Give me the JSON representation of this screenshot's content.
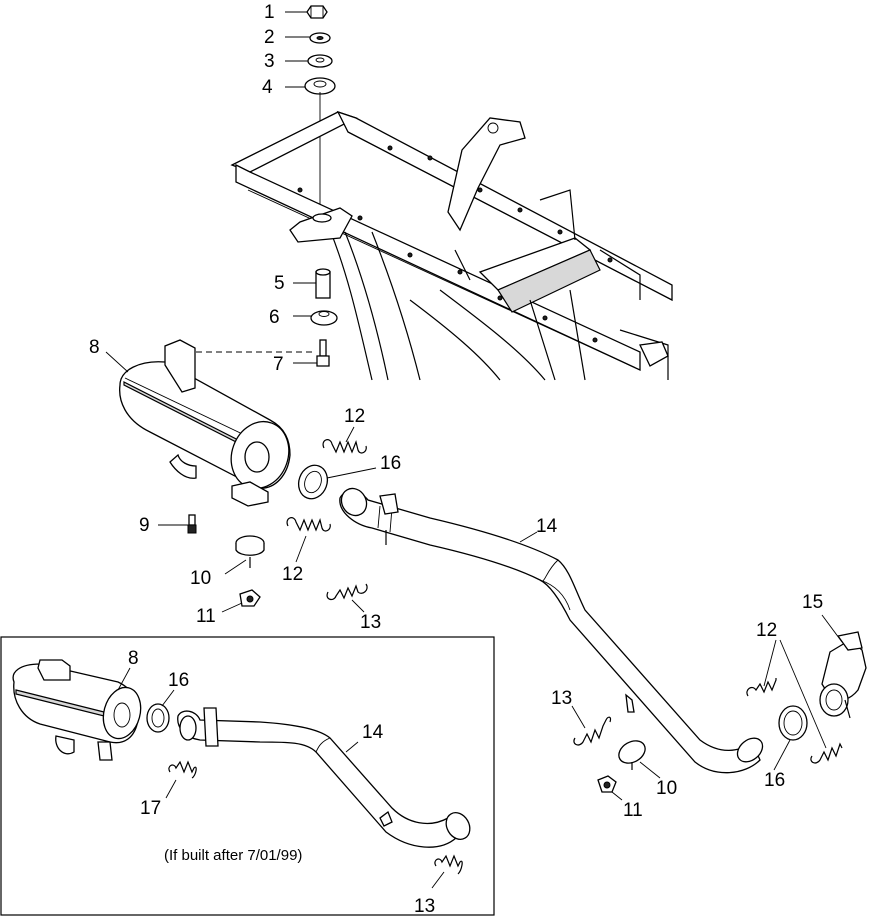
{
  "callouts": {
    "c1": "1",
    "c2": "2",
    "c3": "3",
    "c4": "4",
    "c5": "5",
    "c6": "6",
    "c7": "7",
    "c8": "8",
    "c9": "9",
    "c10a": "10",
    "c10b": "10",
    "c11a": "11",
    "c11b": "11",
    "c12a": "12",
    "c12b": "12",
    "c12c": "12",
    "c13a": "13",
    "c13b": "13",
    "c14": "14",
    "c15": "15",
    "c16a": "16",
    "c16b": "16",
    "i8": "8",
    "i16": "16",
    "i14": "14",
    "i17": "17",
    "i13": "13"
  },
  "inset": {
    "note": "(If built after 7/01/99)"
  }
}
